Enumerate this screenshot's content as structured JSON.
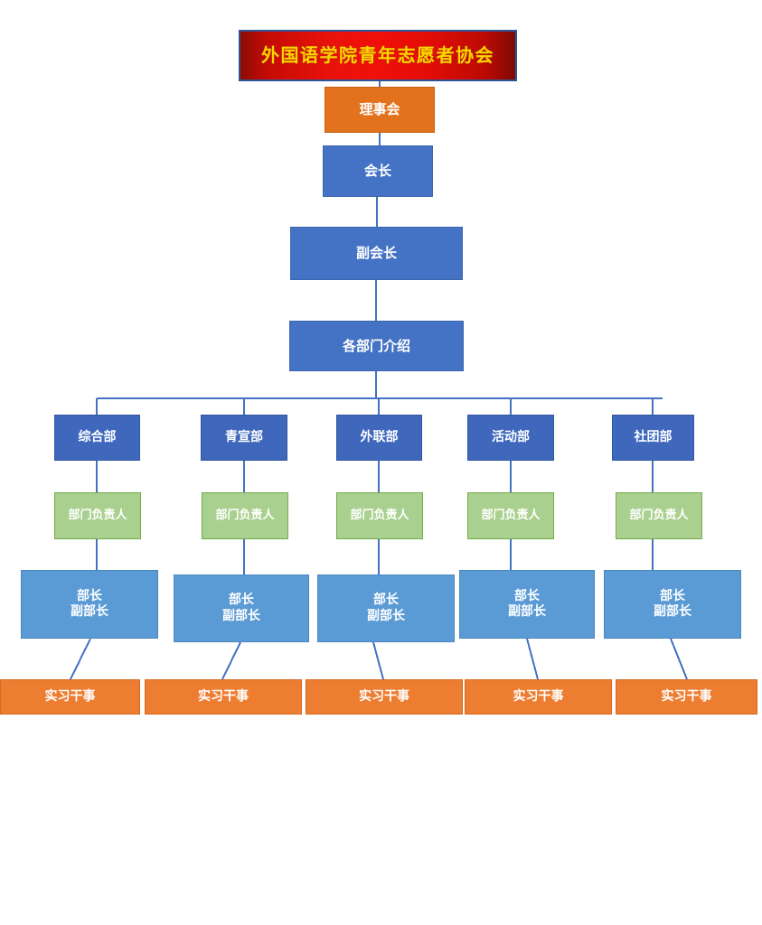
{
  "chart_data": {
    "type": "diagram",
    "diagram_kind": "organizational-chart",
    "title": "外国语学院青年志愿者协会",
    "orientation": "top-down",
    "levels": [
      {
        "level": 0,
        "nodes": [
          "外国语学院青年志愿者协会"
        ]
      },
      {
        "level": 1,
        "nodes": [
          "理事会"
        ]
      },
      {
        "level": 2,
        "nodes": [
          "会长"
        ]
      },
      {
        "level": 3,
        "nodes": [
          "副会长"
        ]
      },
      {
        "level": 4,
        "nodes": [
          "各部门介绍"
        ]
      },
      {
        "level": 5,
        "nodes": [
          "综合部",
          "青宣部",
          "外联部",
          "活动部",
          "社团部"
        ]
      },
      {
        "level": 6,
        "nodes": [
          "部门负责人",
          "部门负责人",
          "部门负责人",
          "部门负责人",
          "部门负责人"
        ]
      },
      {
        "level": 7,
        "nodes": [
          "部长\n副部长",
          "部长\n副部长",
          "部长\n副部长",
          "部长\n副部长",
          "部长\n副部长"
        ]
      },
      {
        "level": 8,
        "nodes": [
          "实习干事",
          "实习干事",
          "实习干事",
          "实习干事",
          "实习干事"
        ]
      }
    ]
  },
  "header": {
    "title": "外国语学院青年志愿者协会"
  },
  "nodes": {
    "title": "外国语学院青年志愿者协会",
    "board": "理事会",
    "president": "会长",
    "vice_president": "副会长",
    "departments_intro": "各部门介绍"
  },
  "departments": [
    {
      "name": "综合部",
      "head": "部门负责人",
      "leaders": "部长\n副部长",
      "intern": "实习干事"
    },
    {
      "name": "青宣部",
      "head": "部门负责人",
      "leaders": "部长\n副部长",
      "intern": "实习干事"
    },
    {
      "name": "外联部",
      "head": "部门负责人",
      "leaders": "部长\n副部长",
      "intern": "实习干事"
    },
    {
      "name": "活动部",
      "head": "部门负责人",
      "leaders": "部长\n副部长",
      "intern": "实习干事"
    },
    {
      "name": "社团部",
      "head": "部门负责人",
      "leaders": "部长\n副部长",
      "intern": "实习干事"
    }
  ],
  "colors": {
    "title_red": "#e8120a",
    "title_text_yellow": "#ffd400",
    "title_border_blue": "#2e5496",
    "orange": "#e3721c",
    "orange_flat": "#ed7d31",
    "blue": "#4472c4",
    "blue_dept": "#3f68bd",
    "blue_light": "#5b9bd5",
    "green": "#a9d08e",
    "green_border": "#70ad47",
    "connector": "#4472c4",
    "background": "#ffffff"
  }
}
